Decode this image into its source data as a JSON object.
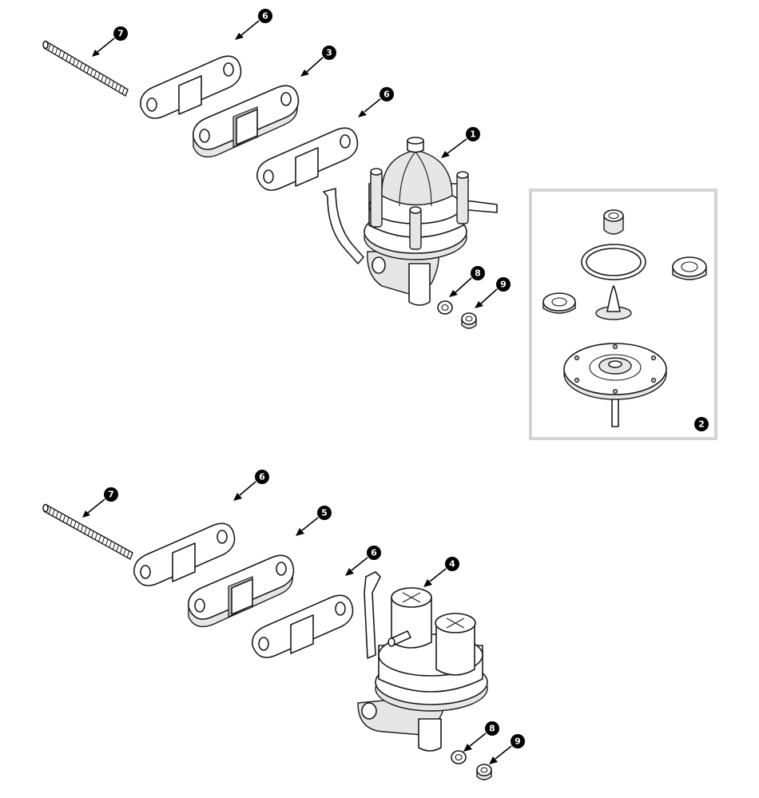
{
  "colors": {
    "line": "#1a1a1a",
    "callout_fill": "#000000",
    "callout_text": "#ffffff",
    "inset_frame": "#d4d4d4",
    "shading": "#e6e6e6"
  },
  "callouts": {
    "top": {
      "stud": "7",
      "gasket_outer": "6",
      "spacer": "3",
      "gasket_inner": "6",
      "fuel_pump": "1",
      "washer": "8",
      "nut": "9"
    },
    "inset": {
      "repair_kit": "2"
    },
    "bottom": {
      "stud": "7",
      "gasket_outer": "6",
      "spacer": "5",
      "gasket_inner": "6",
      "fuel_pump": "4",
      "washer": "8",
      "nut": "9"
    }
  }
}
